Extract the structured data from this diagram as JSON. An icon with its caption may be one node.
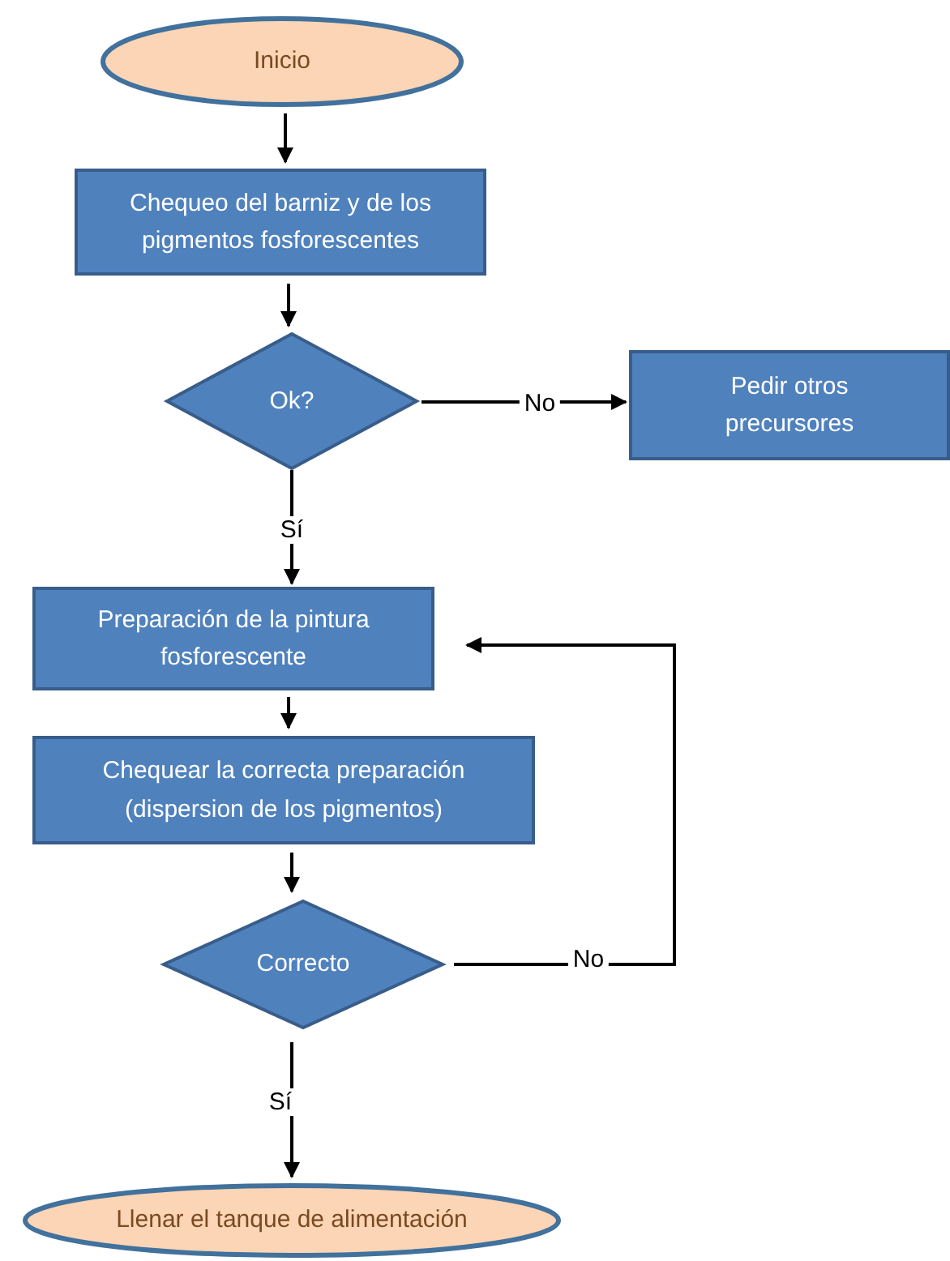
{
  "diagram": {
    "nodes": [
      {
        "text": [
          "Inicio"
        ]
      },
      {
        "text": [
          "Chequeo del barniz y de los pigmentos fosforescentes"
        ]
      },
      {
        "text": [
          "Ok?"
        ]
      },
      {
        "text": [
          "Pedir otros precursores"
        ]
      },
      {
        "text": [
          "Preparación de la pintura fosforescente"
        ]
      },
      {
        "text": [
          "Chequear la correcta preparación (dispersion de los pigmentos)"
        ]
      },
      {
        "text": [
          "Correcto"
        ]
      },
      {
        "text": [
          "Llenar el tanque de alimentación"
        ]
      }
    ],
    "edges": [
      {
        "from": 0,
        "to": 1,
        "arrow": "to"
      },
      {
        "from": 1,
        "to": 2,
        "arrow": "to"
      },
      {
        "from": 2,
        "to": 3,
        "label": "No",
        "arrow": "to"
      },
      {
        "from": 2,
        "to": 4,
        "label": "Sí",
        "arrow": "to"
      },
      {
        "from": 4,
        "to": 5,
        "arrow": "to"
      },
      {
        "from": 5,
        "to": 6,
        "arrow": "to"
      },
      {
        "from": 6,
        "to": 4,
        "label": "No",
        "arrow": "to"
      },
      {
        "from": 6,
        "to": 7,
        "label": "Sí",
        "arrow": "to"
      }
    ]
  }
}
